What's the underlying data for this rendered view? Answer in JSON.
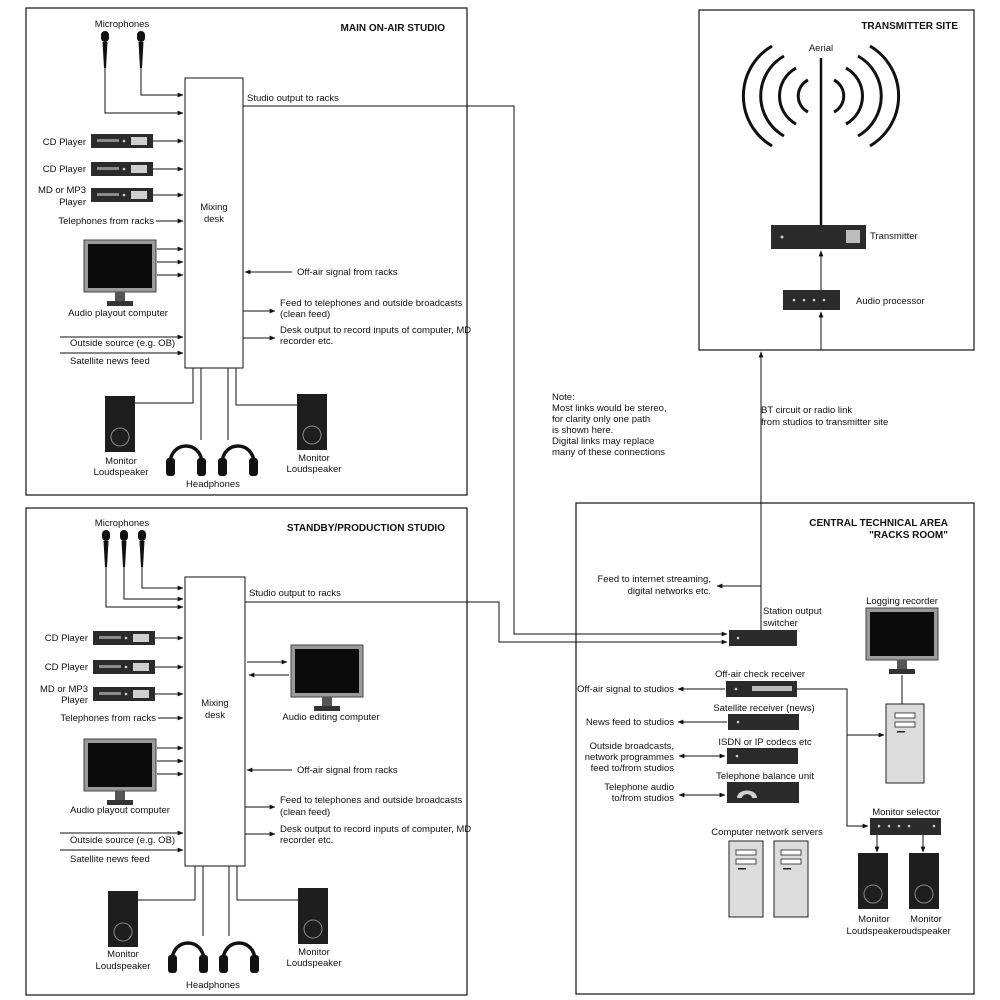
{
  "main_studio": {
    "title": "MAIN ON-AIR STUDIO",
    "microphones": "Microphones",
    "cd1": "CD Player",
    "cd2": "CD Player",
    "md1": "MD or MP3",
    "md2": "Player",
    "telephones": "Telephones from racks",
    "playout": "Audio playout computer",
    "outside": "Outside source (e.g. OB)",
    "satellite": "Satellite news feed",
    "desk1": "Mixing",
    "desk2": "desk",
    "studio_out": "Studio output to racks",
    "offair": "Off-air signal from racks",
    "feed1": "Feed to telephones and outside broadcasts",
    "feed2": "(clean feed)",
    "deskout1": "Desk output to record inputs of computer, MD",
    "deskout2": "recorder etc.",
    "mon_l1": "Monitor",
    "mon_l2": "Loudspeaker",
    "mon_r1": "Monitor",
    "mon_r2": "Loudspeaker",
    "headphones": "Headphones"
  },
  "standby_studio": {
    "title": "STANDBY/PRODUCTION STUDIO",
    "microphones": "Microphones",
    "cd1": "CD Player",
    "cd2": "CD Player",
    "md1": "MD or MP3",
    "md2": "Player",
    "telephones": "Telephones from racks",
    "playout": "Audio playout computer",
    "outside": "Outside source (e.g. OB)",
    "satellite": "Satellite news feed",
    "desk1": "Mixing",
    "desk2": "desk",
    "studio_out": "Studio output to racks",
    "editing": "Audio editing computer",
    "offair": "Off-air signal from racks",
    "feed1": "Feed to telephones and outside broadcasts",
    "feed2": "(clean feed)",
    "deskout1": "Desk output to record inputs of computer, MD",
    "deskout2": "recorder etc.",
    "mon_l1": "Monitor",
    "mon_l2": "Loudspeaker",
    "mon_r1": "Monitor",
    "mon_r2": "Loudspeaker",
    "headphones": "Headphones"
  },
  "transmitter_site": {
    "title": "TRANSMITTER SITE",
    "aerial": "Aerial",
    "transmitter": "Transmitter",
    "processor": "Audio processor"
  },
  "note": {
    "l1": "Note:",
    "l2": "Most links would be stereo,",
    "l3": "for clarity only one path",
    "l4": "is shown here.",
    "l5": "Digital links may replace",
    "l6": "many of these connections"
  },
  "bt_link": {
    "l1": "BT circuit or radio link",
    "l2": "from studios to transmitter site"
  },
  "cta": {
    "title1": "CENTRAL TECHNICAL AREA",
    "title2": "\"RACKS ROOM\"",
    "streaming1": "Feed to internet streaming,",
    "streaming2": "digital networks etc.",
    "switcher1": "Station output",
    "switcher2": "switcher",
    "logging": "Logging recorder",
    "offair_rx": "Off-air check receiver",
    "offair_studios": "Off-air signal to studios",
    "sat_rx": "Satellite receiver (news)",
    "news_feed": "News feed to studios",
    "isdn": "ISDN or IP codecs etc",
    "ob1": "Outside broadcasts,",
    "ob2": "network programmes",
    "ob3": "feed to/from studios",
    "tbu": "Telephone balance unit",
    "tel1": "Telephone audio",
    "tel2": "to/from studios",
    "servers": "Computer network servers",
    "monsel": "Monitor selector",
    "mon1a": "Monitor",
    "mon1b": "Loudspeaker",
    "mon2a": "Monitor",
    "mon2b": "oudspeaker"
  }
}
